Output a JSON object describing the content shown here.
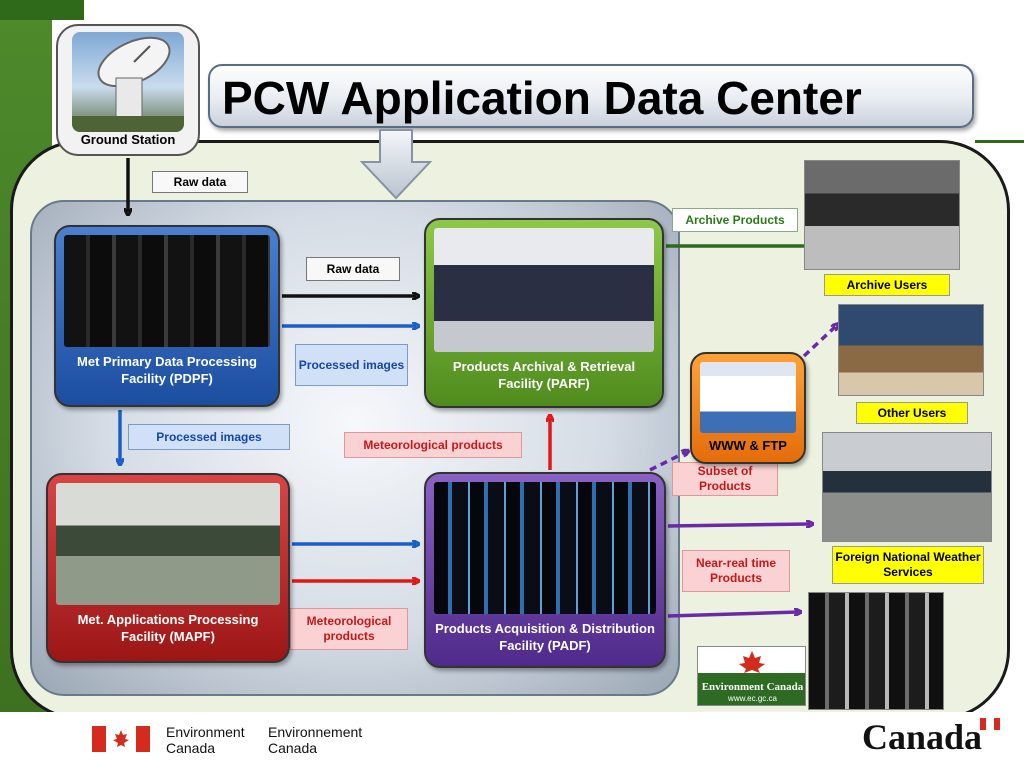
{
  "title": "PCW Application Data Center",
  "ground_station": {
    "label": "Ground Station"
  },
  "labels": {
    "raw_data_top": "Raw data",
    "raw_data_mid": "Raw data",
    "processed_images_right": "Processed images",
    "processed_images_down": "Processed images",
    "meteorological_products_up": "Meteorological products",
    "meteorological_products_left": "Meteorological products",
    "archive_products": "Archive Products",
    "subset_of_products": "Subset of Products",
    "near_real_time_products": "Near-real time Products"
  },
  "facilities": {
    "pdpf": "Met Primary Data Processing Facility (PDPF)",
    "parf": "Products Archival & Retrieval Facility (PARF)",
    "mapf": "Met. Applications Processing Facility (MAPF)",
    "padf": "Products Acquisition & Distribution Facility (PADF)",
    "www": "WWW & FTP"
  },
  "users": {
    "archive": "Archive Users",
    "other": "Other Users",
    "foreign": "Foreign National Weather Services"
  },
  "ec_logo": {
    "name": "Environment Canada",
    "url": "www.ec.gc.ca"
  },
  "footer": {
    "en_line1": "Environment",
    "en_line2": "Canada",
    "fr_line1": "Environnement",
    "fr_line2": "Canada",
    "wordmark": "Canada"
  },
  "colors": {
    "black_arrow": "#111111",
    "blue_arrow": "#1a5fc8",
    "red_arrow": "#e01818",
    "green_arrow": "#2e6b1a",
    "purple_arrow": "#6a2aa8"
  }
}
